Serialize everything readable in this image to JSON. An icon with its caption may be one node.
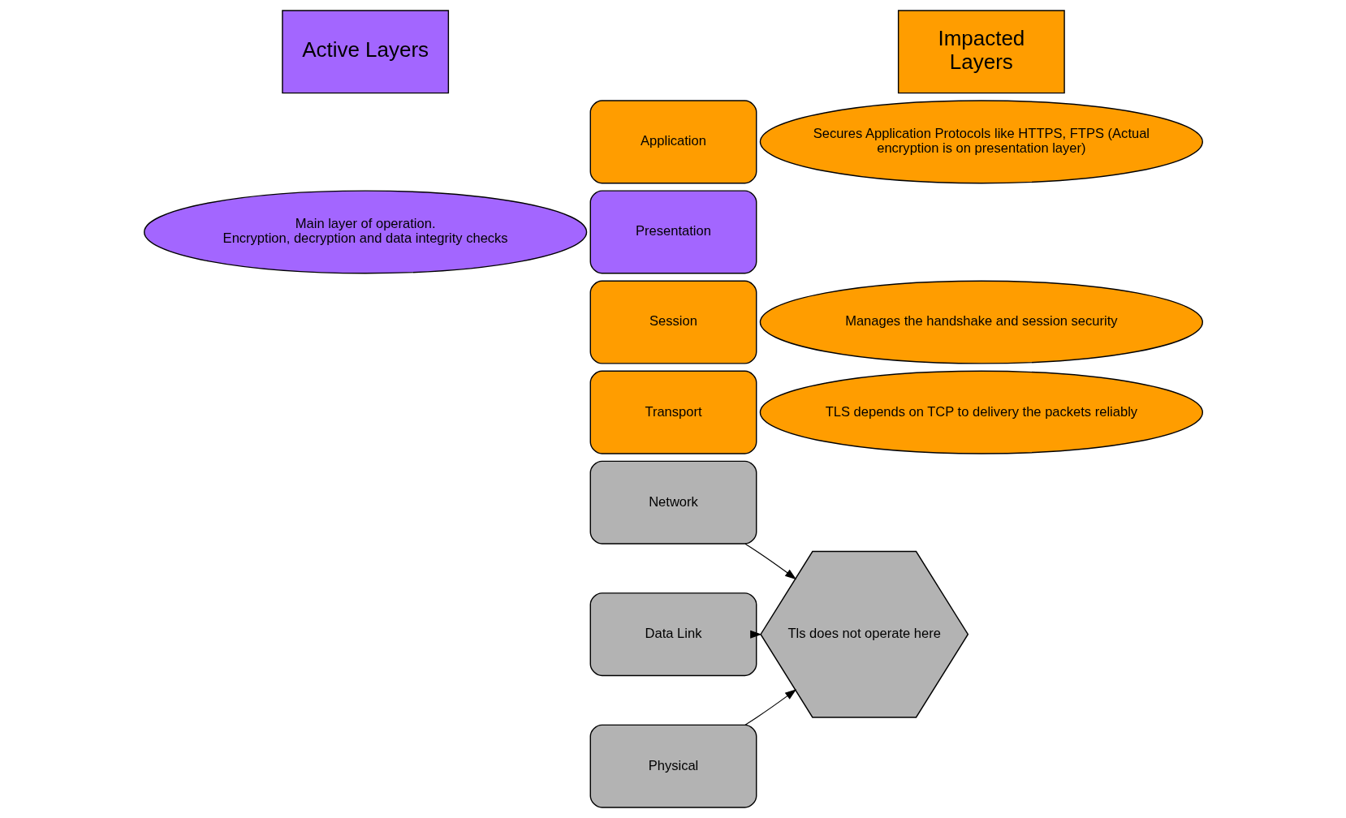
{
  "diagram": {
    "nodes": [
      {
        "text": [
          "Active Layers"
        ]
      },
      {
        "text": [
          "Impacted Layers"
        ]
      },
      {
        "text": [
          "Application"
        ]
      },
      {
        "text": [
          "Presentation"
        ]
      },
      {
        "text": [
          "Session"
        ]
      },
      {
        "text": [
          "Transport"
        ]
      },
      {
        "text": [
          "Network"
        ]
      },
      {
        "text": [
          "Data Link"
        ]
      },
      {
        "text": [
          "Physical"
        ]
      },
      {
        "text": [
          "Main layer of operation. Encryption, decryption and data integrity checks"
        ]
      },
      {
        "text": [
          "Secures Application Protocols like HTTPS, FTPS (Actual encryption is on presentation layer)"
        ]
      },
      {
        "text": [
          "Manages the handshake and session security"
        ]
      },
      {
        "text": [
          "TLS depends on TCP to delivery the packets reliably"
        ]
      },
      {
        "text": [
          "Tls does not operate here"
        ]
      }
    ],
    "edges": [
      {
        "from": 6,
        "to": 13,
        "arrow": "to"
      },
      {
        "from": 7,
        "to": 13,
        "arrow": "to"
      },
      {
        "from": 8,
        "to": 13,
        "arrow": "to"
      }
    ]
  }
}
